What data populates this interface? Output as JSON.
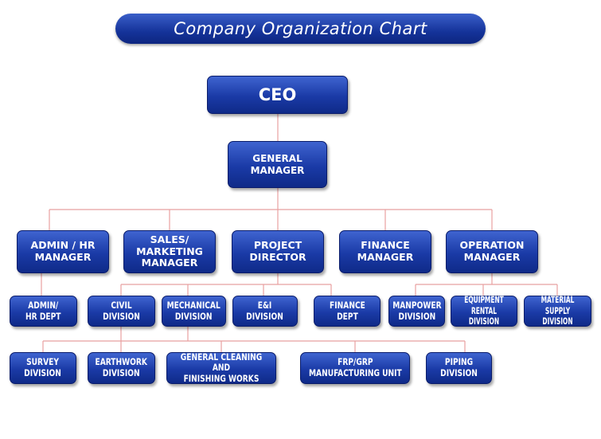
{
  "title": "Company Organization Chart",
  "nodes": {
    "ceo": "CEO",
    "general_manager": "GENERAL\nMANAGER",
    "admin_hr_manager": "ADMIN / HR\nMANAGER",
    "sales_marketing_manager": "SALES/\nMARKETING\nMANAGER",
    "project_director": "PROJECT\nDIRECTOR",
    "finance_manager": "FINANCE\nMANAGER",
    "operation_manager": "OPERATION\nMANAGER",
    "admin_hr_dept": "ADMIN/\nHR DEPT",
    "civil_division": "CIVIL\nDIVISION",
    "mechanical_division": "MECHANICAL\nDIVISION",
    "ei_division": "E&I\nDIVISION",
    "finance_dept": "FINANCE\nDEPT",
    "manpower_division": "MANPOWER\nDIVISION",
    "equipment_rental_division": "EQUIPMENT RENTAL\nDIVISION",
    "material_supply_division": "MATERIAL SUPPLY\nDIVISION",
    "survey_division": "SURVEY\nDIVISION",
    "earthwork_division": "EARTHWORK\nDIVISION",
    "general_cleaning": "GENERAL CLEANING AND\nFINISHING WORKS",
    "frp_grp_unit": "FRP/GRP\nMANUFACTURING UNIT",
    "piping_division": "PIPING\nDIVISION"
  },
  "colors": {
    "box_top": "#3f64d0",
    "box_bottom": "#0f2a88",
    "connector": "#e8a0a0",
    "text": "#ffffff"
  }
}
